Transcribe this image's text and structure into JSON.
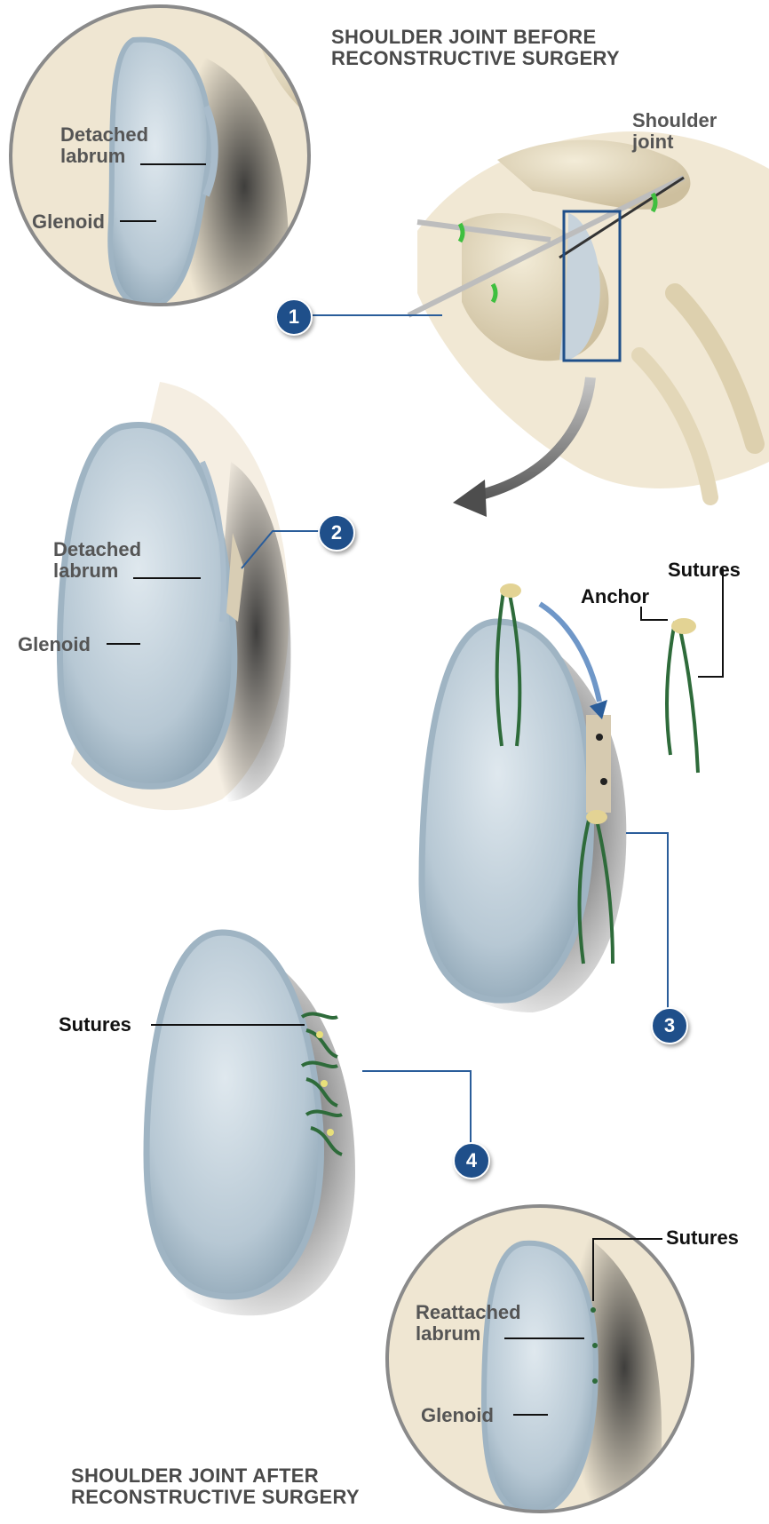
{
  "titles": {
    "before_line1": "SHOULDER JOINT BEFORE",
    "before_line2": "RECONSTRUCTIVE SURGERY",
    "after_line1": "SHOULDER JOINT AFTER",
    "after_line2": "RECONSTRUCTIVE SURGERY"
  },
  "labels": {
    "detached_labrum_1a": "Detached",
    "detached_labrum_1b": "labrum",
    "glenoid_1": "Glenoid",
    "shoulder_joint_a": "Shoulder",
    "shoulder_joint_b": "joint",
    "detached_labrum_2a": "Detached",
    "detached_labrum_2b": "labrum",
    "glenoid_2": "Glenoid",
    "anchor": "Anchor",
    "sutures_3": "Sutures",
    "sutures_4": "Sutures",
    "sutures_5": "Sutures",
    "reattached_a": "Reattached",
    "reattached_b": "labrum",
    "glenoid_5": "Glenoid"
  },
  "steps": [
    "1",
    "2",
    "3",
    "4"
  ],
  "colors": {
    "badge": "#1f4f8a",
    "leader_blue": "#2a5d9a",
    "glenoid_surface": "#c9d6df",
    "bone": "#e8dcc0",
    "suture": "#2e6b3a"
  }
}
